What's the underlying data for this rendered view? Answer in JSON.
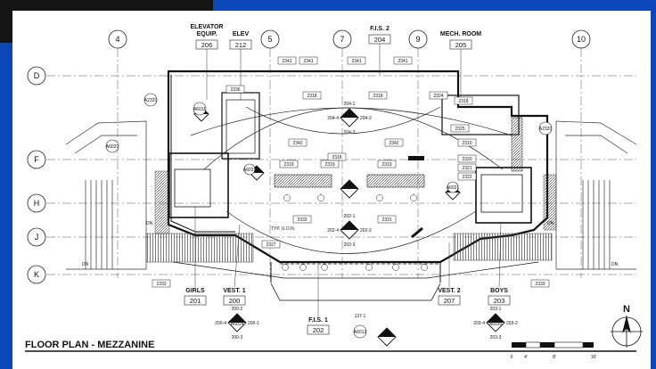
{
  "title": "FLOOR PLAN - MEZZANINE",
  "north": "N",
  "grid_cols": [
    "4",
    "5",
    "7",
    "9",
    "10"
  ],
  "grid_rows": [
    "D",
    "F",
    "H",
    "J",
    "K"
  ],
  "rooms": [
    {
      "name_lines": [
        "ELEVATOR",
        "EQUIP."
      ],
      "number": "206"
    },
    {
      "name_lines": [
        "ELEV"
      ],
      "number": "212"
    },
    {
      "name_lines": [
        "F.I.S. 2"
      ],
      "number": "204"
    },
    {
      "name_lines": [
        "MECH. ROOM"
      ],
      "number": "205"
    },
    {
      "name_lines": [
        "GIRLS"
      ],
      "number": "201"
    },
    {
      "name_lines": [
        "VEST. 1"
      ],
      "number": "200"
    },
    {
      "name_lines": [
        "VEST. 2"
      ],
      "number": "207"
    },
    {
      "name_lines": [
        "BOYS"
      ],
      "number": "203"
    },
    {
      "name_lines": [
        "F.I.S. 1"
      ],
      "number": "202"
    }
  ],
  "tags": [
    "2341",
    "2341",
    "2341",
    "2341",
    "2336",
    "2318",
    "2318",
    "2318",
    "2324",
    "2325",
    "2342",
    "2342",
    "2319",
    "2318",
    "2319",
    "2319",
    "2320",
    "2321",
    "2322",
    "2310",
    "2327",
    "2333",
    "2333",
    "2332",
    "2331"
  ],
  "elevations": [
    "200-1",
    "200-2",
    "200-3",
    "200-4",
    "203-1",
    "203-2",
    "203-3",
    "203-4",
    "204-1",
    "204-2",
    "204-3",
    "204-4",
    "202-1",
    "202-2",
    "202-3",
    "202-4",
    "137-1"
  ],
  "sheet_refs": [
    "A6011",
    "A6014",
    "A6012",
    "A6021",
    "A6020",
    "A6030",
    "A6031",
    "A2320",
    "A2320"
  ],
  "note": "TYP. U.O.N.",
  "scale_labels": [
    "0",
    "4'",
    "8'",
    "16'"
  ],
  "dn_labels": [
    "DN",
    "DN",
    "DN",
    "DN"
  ]
}
